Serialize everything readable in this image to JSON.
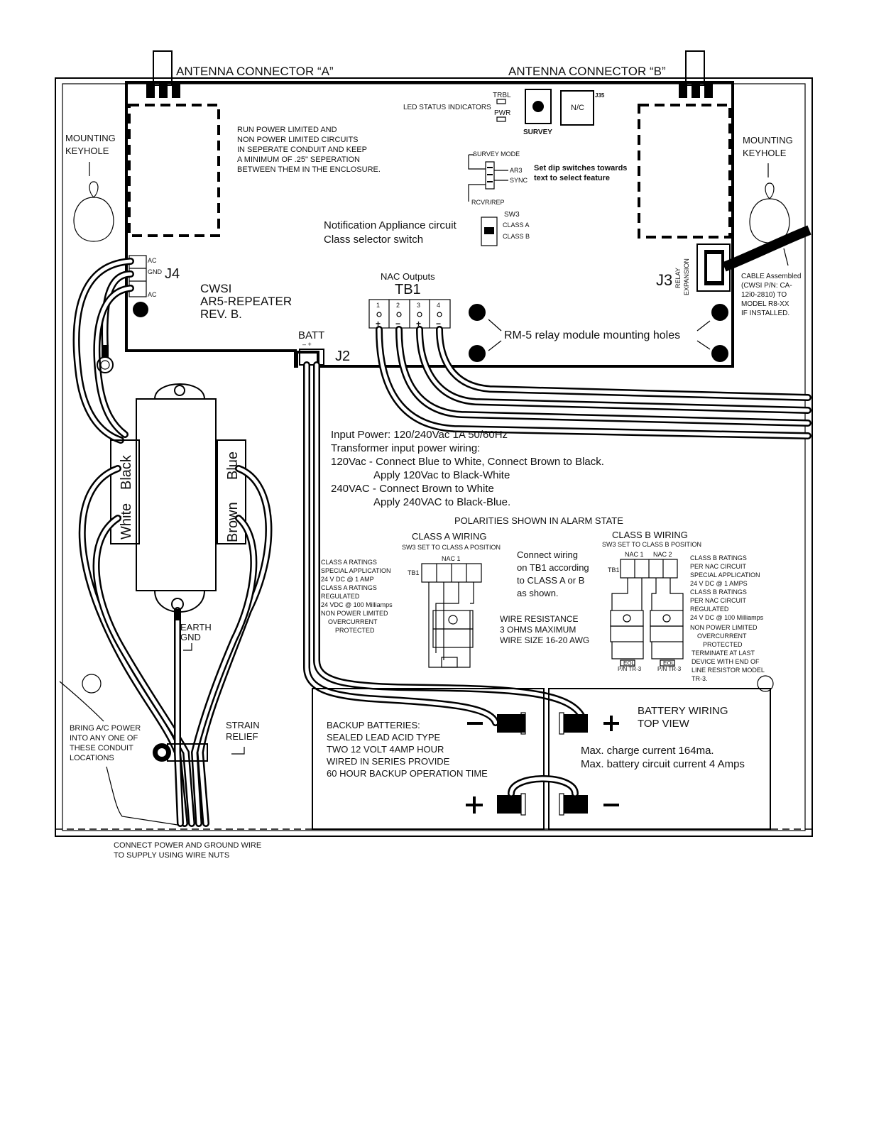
{
  "antenna": {
    "a": "ANTENNA  CONNECTOR “A”",
    "b": "ANTENNA  CONNECTOR “B”"
  },
  "mounting": {
    "left": [
      "MOUNTING",
      "KEYHOLE"
    ],
    "right": [
      "MOUNTING",
      "KEYHOLE"
    ]
  },
  "run_note": [
    "RUN POWER LIMITED AND",
    "NON POWER LIMITED CIRCUITS",
    "IN SEPERATE CONDUIT AND KEEP",
    "A MINIMUM OF .25\" SEPERATION",
    "BETWEEN THEM IN THE ENCLOSURE."
  ],
  "led": {
    "label": "LED STATUS INDICATORS",
    "trbl": "TRBL",
    "pwr": "PWR"
  },
  "survey": {
    "button": "SURVEY",
    "nc": "N/C",
    "j35": "J35"
  },
  "dip": {
    "survey_mode": "SURVEY MODE",
    "ar3": "AR3",
    "sync": "SYNC",
    "rcvr": "RCVR/REP",
    "note": [
      "Set dip switches towards",
      "text to select feature"
    ]
  },
  "nac_selector": {
    "lines": [
      "Notification Appliance circuit",
      "Class selector switch"
    ],
    "sw3": "SW3",
    "class_a": "CLASS  A",
    "class_b": "CLASS  B"
  },
  "j4": {
    "label": "J4",
    "pins": [
      "AC",
      "GND",
      "AC"
    ]
  },
  "board": {
    "lines": [
      "CWSI",
      "AR5-REPEATER",
      "REV. B."
    ]
  },
  "nac_outputs": {
    "title": "NAC Outputs",
    "tb1": "TB1",
    "pins": [
      "1",
      "2",
      "3",
      "4"
    ],
    "signs": [
      "+",
      "−",
      "+",
      "−"
    ]
  },
  "j3": {
    "label": "J3",
    "relay": [
      "RELAY",
      "EXPANSION"
    ]
  },
  "cable_note": [
    "CABLE Assembled",
    "(CWSI P/N: CA-",
    "12i0-2810) TO",
    "MODEL R8-XX",
    "IF INSTALLED."
  ],
  "rm5": "RM-5 relay module mounting holes",
  "batt": {
    "label": "BATT",
    "signs": "–   +",
    "j2": "J2"
  },
  "input_power": [
    "Input Power: 120/240Vac 1A 50/60Hz",
    "Transformer input power wiring:",
    "120Vac - Connect Blue to White, Connect Brown to Black.",
    "Apply 120Vac to Black-White",
    "240VAC - Connect Brown to White",
    "Apply 240VAC to Black-Blue."
  ],
  "transformer": {
    "black": "Black",
    "white": "White",
    "blue": "Blue",
    "brown": "Brown"
  },
  "polarities": "POLARITIES SHOWN IN ALARM STATE",
  "class_a": {
    "title": "CLASS A WIRING",
    "sub": "SW3 SET TO CLASS A POSITION",
    "nac1": "NAC 1",
    "tb1": "TB1",
    "ratings": [
      "CLASS A RATINGS",
      "SPECIAL APPLICATION",
      "24 V DC @ 1 AMP",
      "CLASS A RATINGS",
      "REGULATED",
      "24 VDC @ 100 Milliamps",
      "NON POWER LIMITED",
      "OVERCURRENT",
      "PROTECTED"
    ]
  },
  "connect_note": [
    "Connect wiring",
    "on TB1 according",
    "to CLASS A or B",
    "as shown."
  ],
  "wire_res": [
    "WIRE RESISTANCE",
    "3 OHMS MAXIMUM",
    "WIRE SIZE 16-20 AWG"
  ],
  "class_b": {
    "title": "CLASS B WIRING",
    "sub": "SW3 SET TO CLASS B POSITION",
    "nac1": "NAC 1",
    "nac2": "NAC 2",
    "tb1": "TB1",
    "eol": "EOL",
    "pntr": "P/N TR-3",
    "ratings": [
      "CLASS B RATINGS",
      "PER NAC CIRCUIT",
      "SPECIAL APPLICATION",
      "24 V DC @ 1 AMPS",
      "CLASS B RATINGS",
      "PER NAC CIRCUIT",
      "REGULATED",
      "24 V DC @ 100 Milliamps",
      "NON POWER LIMITED",
      "OVERCURRENT",
      "PROTECTED",
      "TERMINATE AT LAST",
      "DEVICE WITH END OF",
      "LINE RESISTOR MODEL",
      "TR-3."
    ]
  },
  "earth": [
    "EARTH",
    "GND"
  ],
  "strain": [
    "STRAIN",
    "RELIEF"
  ],
  "bring_power": [
    "BRING A/C POWER",
    "INTO ANY ONE OF",
    "THESE CONDUIT",
    "LOCATIONS"
  ],
  "connect_power": [
    "CONNECT POWER AND GROUND WIRE",
    "TO SUPPLY USING WIRE NUTS"
  ],
  "backup": [
    "BACKUP BATTERIES:",
    "SEALED LEAD ACID TYPE",
    "TWO 12 VOLT 4AMP HOUR",
    "WIRED IN SERIES PROVIDE",
    "60 HOUR BACKUP OPERATION TIME"
  ],
  "battery_wiring": [
    "BATTERY WIRING",
    "TOP VIEW"
  ],
  "charge": [
    "Max. charge current 164ma.",
    "Max. battery circuit current 4 Amps"
  ]
}
